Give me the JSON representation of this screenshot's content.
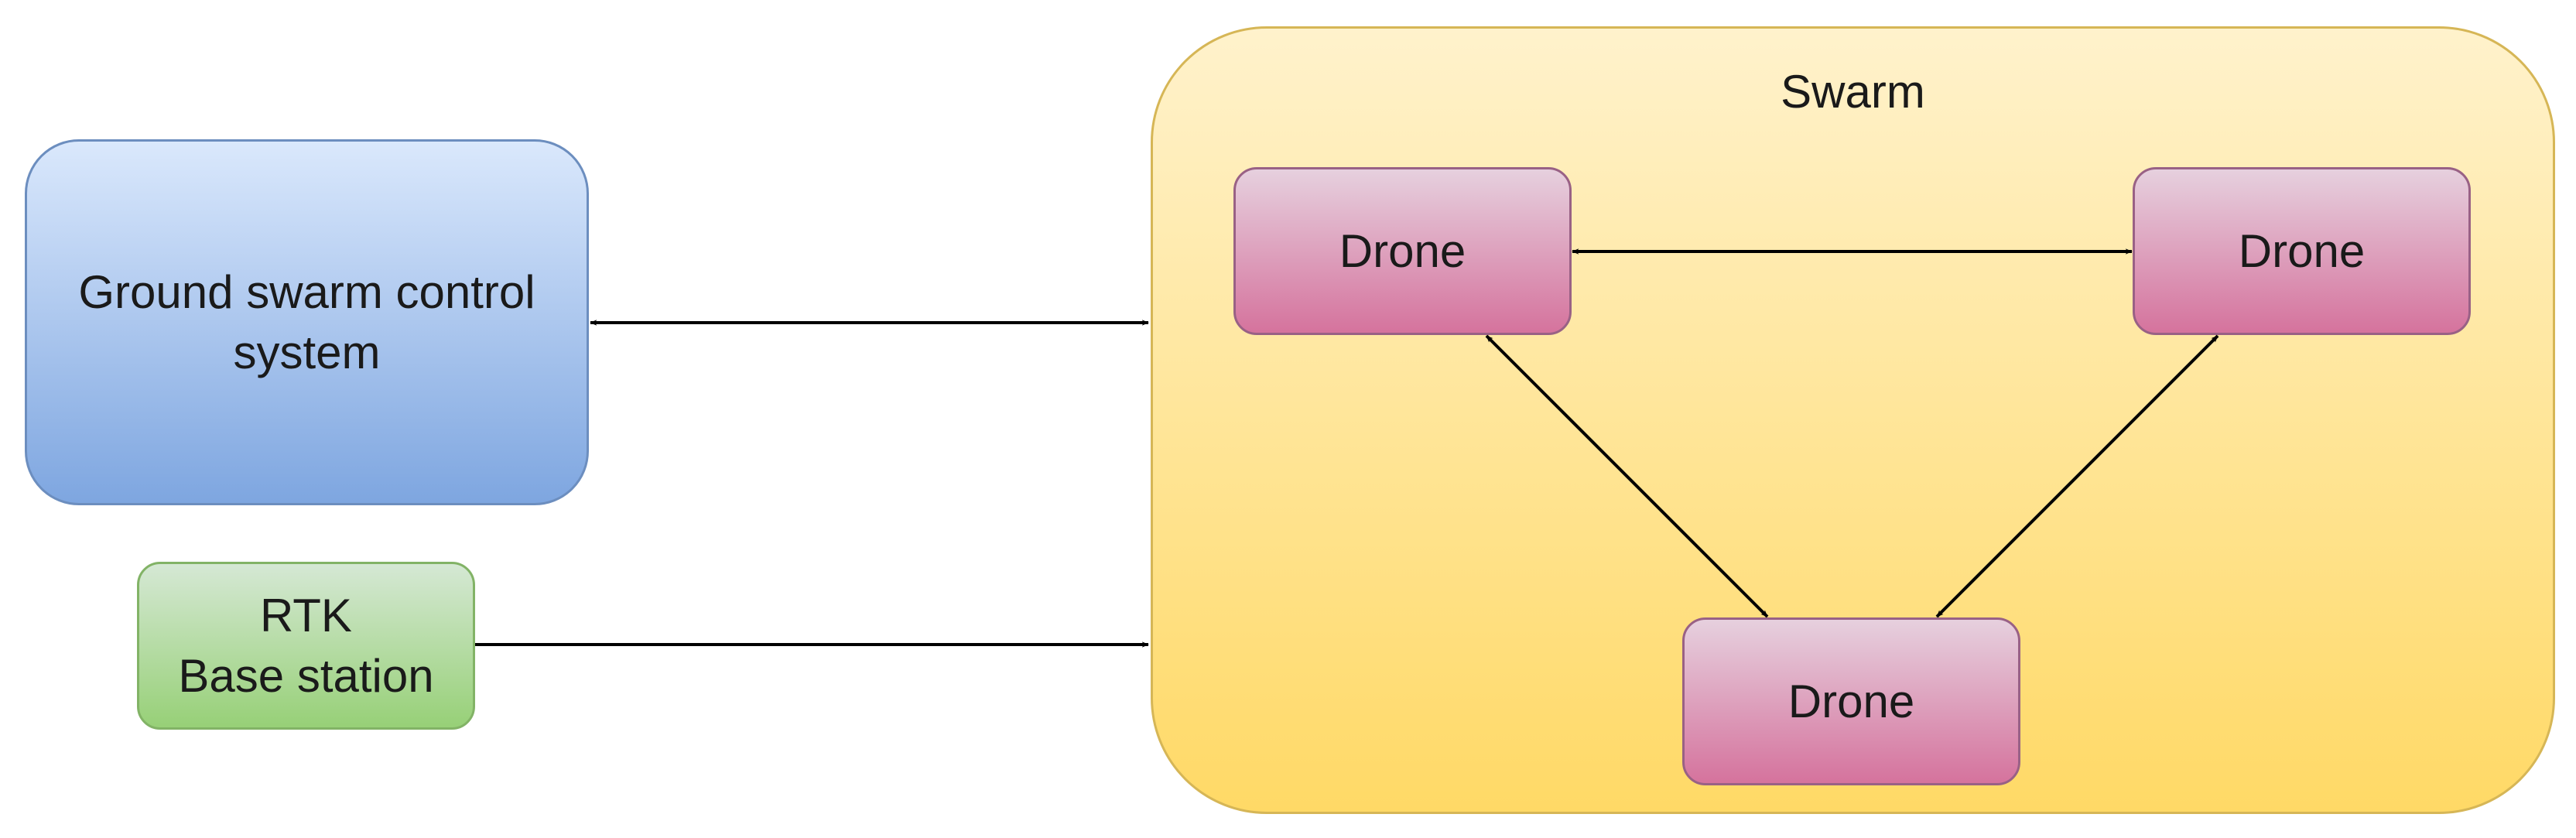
{
  "nodes": {
    "swarm": {
      "label": "Swarm"
    },
    "ground_control": {
      "label": "Ground swarm control\nsystem"
    },
    "rtk_base": {
      "label": "RTK\nBase station"
    },
    "drone_top_left": {
      "label": "Drone"
    },
    "drone_top_right": {
      "label": "Drone"
    },
    "drone_bottom": {
      "label": "Drone"
    }
  },
  "edges": [
    {
      "from": "ground_control",
      "to": "swarm",
      "direction": "both"
    },
    {
      "from": "rtk_base",
      "to": "swarm",
      "direction": "forward"
    },
    {
      "from": "drone_top_left",
      "to": "drone_top_right",
      "direction": "both"
    },
    {
      "from": "drone_top_left",
      "to": "drone_bottom",
      "direction": "both"
    },
    {
      "from": "drone_top_right",
      "to": "drone_bottom",
      "direction": "both"
    }
  ],
  "colors": {
    "swarm_fill": "#fff2cc",
    "swarm_stroke": "#d6b656",
    "ground_fill": "#dae8fc",
    "ground_stroke": "#6c8ebf",
    "rtk_fill": "#d5e8d4",
    "rtk_stroke": "#82b366",
    "drone_fill": "#e6d0de",
    "drone_stroke": "#996185",
    "edge": "#000000"
  }
}
